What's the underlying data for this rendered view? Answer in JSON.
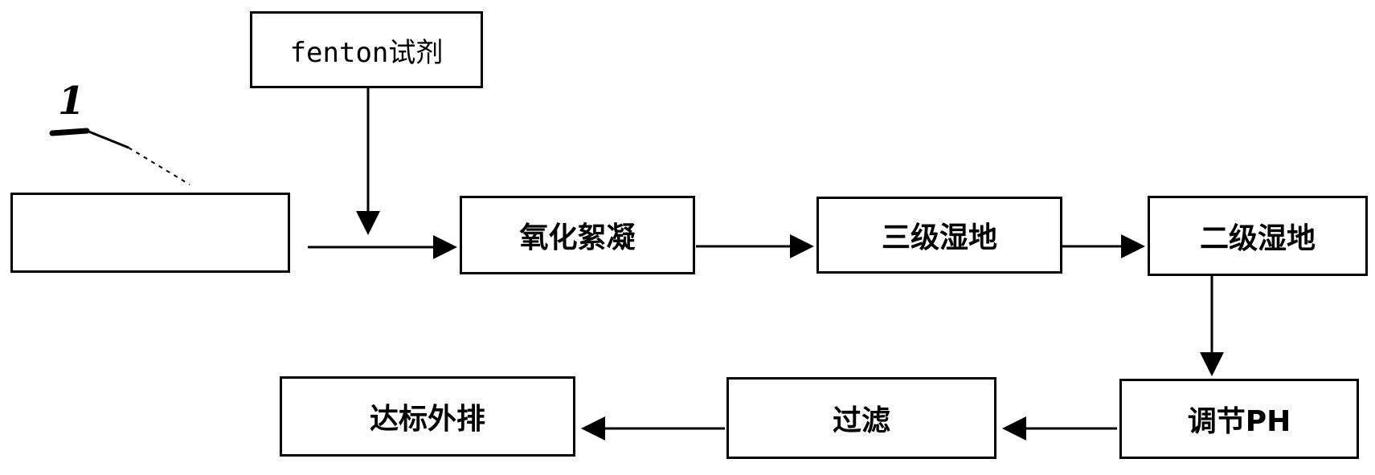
{
  "diagram": {
    "label_marker": "1",
    "boxes": {
      "fenton": "fenton试剂",
      "source": "",
      "oxidation": "氧化絮凝",
      "wetland_3": "三级湿地",
      "wetland_2": "二级湿地",
      "adjust_ph": "调节PH",
      "filter": "过滤",
      "discharge": "达标外排"
    }
  },
  "colors": {
    "stroke": "#000000",
    "background": "#ffffff"
  }
}
